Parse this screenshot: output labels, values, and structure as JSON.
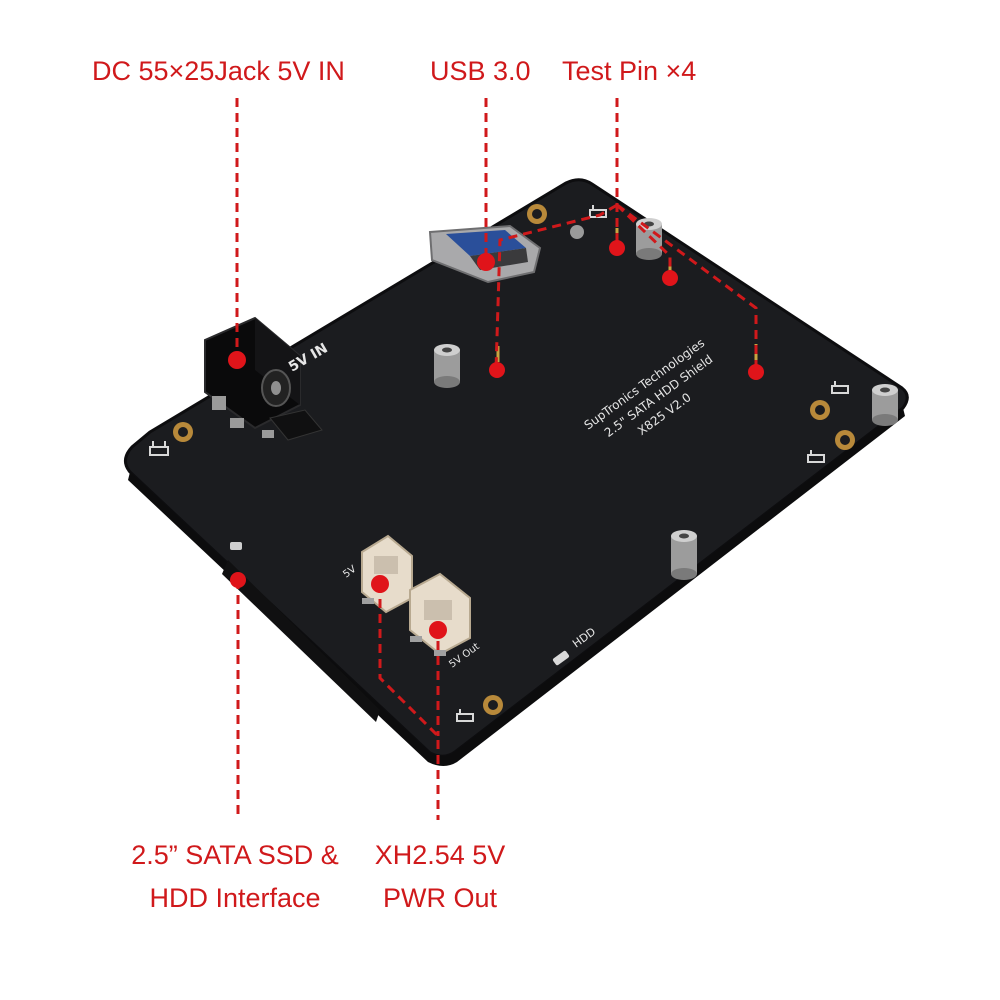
{
  "callouts": {
    "dc_jack": "DC 55×25Jack 5V IN",
    "usb": "USB 3.0",
    "test_pin": "Test Pin ×4",
    "sata_line1": "2.5”  SATA SSD &",
    "sata_line2": "HDD Interface",
    "xh_line1": "XH2.54 5V",
    "xh_line2": "PWR Out"
  },
  "silkscreen": {
    "brand": "SupTronics Technologies",
    "product": "2.5\" SATA HDD Shield",
    "model": "X825 V2.0",
    "power_in": "5V IN",
    "hdd": "HDD",
    "five_v": "5V",
    "five_v_out": "5V Out"
  },
  "colors": {
    "accent": "#d0191b",
    "board": "#1b1c1f"
  }
}
